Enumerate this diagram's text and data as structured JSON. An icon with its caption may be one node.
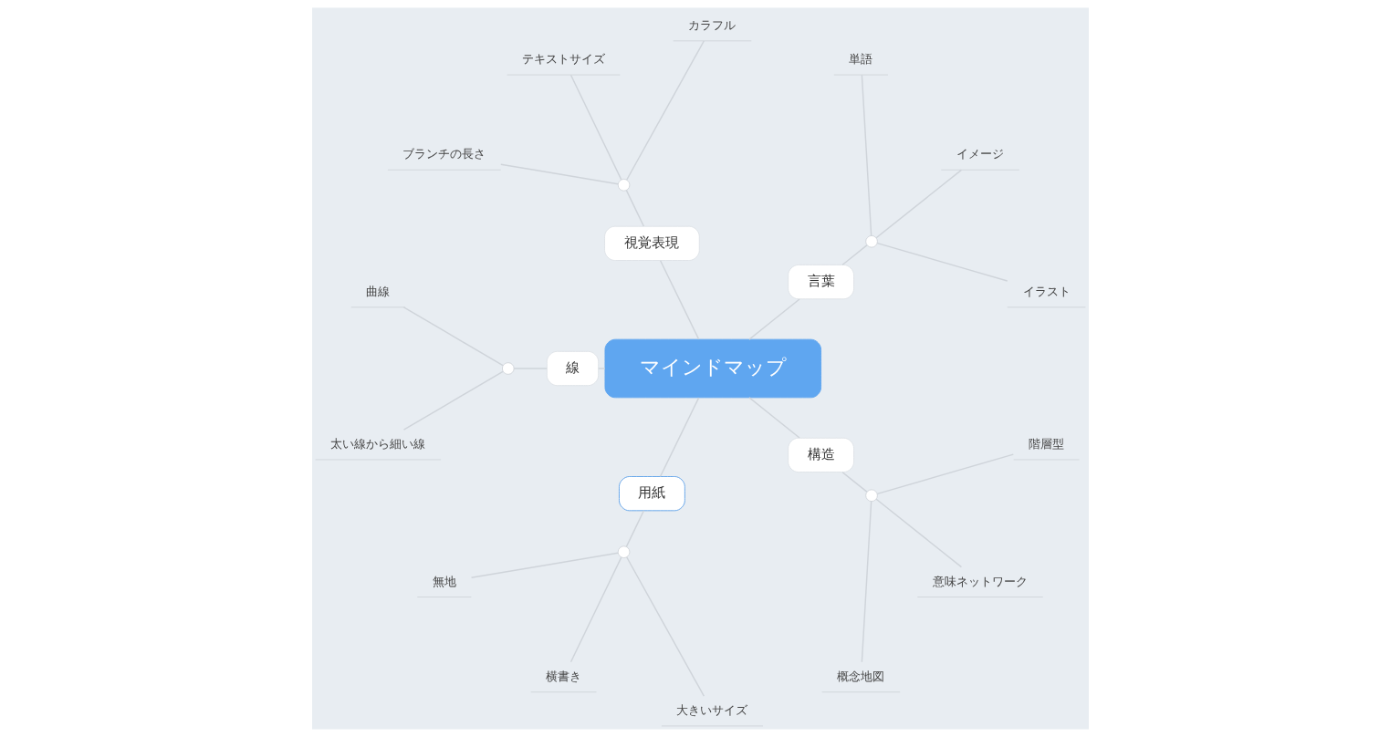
{
  "diagram": {
    "nodes": [
      {
        "text": [
          "マインドマップ"
        ]
      },
      {
        "text": [
          "視覚表現"
        ]
      },
      {
        "text": [],
        "shape": "circle"
      },
      {
        "text": [
          "カラフル"
        ]
      },
      {
        "text": [
          "テキストサイズ"
        ]
      },
      {
        "text": [
          "ブランチの長さ"
        ]
      },
      {
        "text": [
          "言葉"
        ]
      },
      {
        "text": [],
        "shape": "circle"
      },
      {
        "text": [
          "単語"
        ]
      },
      {
        "text": [
          "イメージ"
        ]
      },
      {
        "text": [
          "イラスト"
        ]
      },
      {
        "text": [
          "線"
        ]
      },
      {
        "text": [],
        "shape": "circle"
      },
      {
        "text": [
          "曲線"
        ]
      },
      {
        "text": [
          "太い線から細い線"
        ]
      },
      {
        "text": [
          "構造"
        ]
      },
      {
        "text": [],
        "shape": "circle"
      },
      {
        "text": [
          "階層型"
        ]
      },
      {
        "text": [
          "意味ネットワーク"
        ]
      },
      {
        "text": [
          "概念地図"
        ]
      },
      {
        "text": [
          "用紙"
        ]
      },
      {
        "text": [],
        "shape": "circle"
      },
      {
        "text": [
          "無地"
        ]
      },
      {
        "text": [
          "横書き"
        ]
      },
      {
        "text": [
          "大きいサイズ"
        ]
      }
    ],
    "edges": [
      {
        "from": 0,
        "to": 1,
        "arrow": "none"
      },
      {
        "from": 1,
        "to": 2,
        "arrow": "none"
      },
      {
        "from": 2,
        "to": 3,
        "arrow": "none"
      },
      {
        "from": 2,
        "to": 4,
        "arrow": "none"
      },
      {
        "from": 2,
        "to": 5,
        "arrow": "none"
      },
      {
        "from": 0,
        "to": 6,
        "arrow": "none"
      },
      {
        "from": 6,
        "to": 7,
        "arrow": "none"
      },
      {
        "from": 7,
        "to": 8,
        "arrow": "none"
      },
      {
        "from": 7,
        "to": 9,
        "arrow": "none"
      },
      {
        "from": 7,
        "to": 10,
        "arrow": "none"
      },
      {
        "from": 0,
        "to": 11,
        "arrow": "none"
      },
      {
        "from": 11,
        "to": 12,
        "arrow": "none"
      },
      {
        "from": 12,
        "to": 13,
        "arrow": "none"
      },
      {
        "from": 12,
        "to": 14,
        "arrow": "none"
      },
      {
        "from": 0,
        "to": 15,
        "arrow": "none"
      },
      {
        "from": 15,
        "to": 16,
        "arrow": "none"
      },
      {
        "from": 16,
        "to": 17,
        "arrow": "none"
      },
      {
        "from": 16,
        "to": 18,
        "arrow": "none"
      },
      {
        "from": 16,
        "to": 19,
        "arrow": "none"
      },
      {
        "from": 0,
        "to": 20,
        "arrow": "none"
      },
      {
        "from": 20,
        "to": 21,
        "arrow": "none"
      },
      {
        "from": 21,
        "to": 22,
        "arrow": "none"
      },
      {
        "from": 21,
        "to": 23,
        "arrow": "none"
      },
      {
        "from": 21,
        "to": 24,
        "arrow": "none"
      }
    ]
  }
}
